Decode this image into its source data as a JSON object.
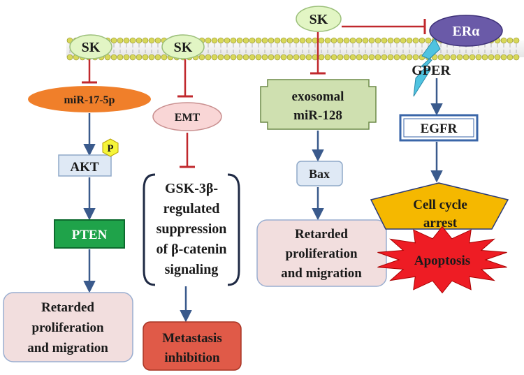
{
  "nodes": {
    "sk1": "SK",
    "sk2": "SK",
    "sk3": "SK",
    "er_alpha": "ERα",
    "gper": "GPER",
    "mir17": "miR-17-5p",
    "akt": "AKT",
    "p": "P",
    "pten": "PTEN",
    "retarded1": [
      "Retarded",
      "proliferation",
      "and migration"
    ],
    "emt": "EMT",
    "gsk": [
      "GSK-3β-",
      "regulated",
      "suppression",
      "of β-catenin",
      "signaling"
    ],
    "metastasis": [
      "Metastasis",
      "inhibition"
    ],
    "exosomal": [
      "exosomal",
      "miR-128"
    ],
    "bax": "Bax",
    "retarded2": [
      "Retarded",
      "proliferation",
      "and migration"
    ],
    "egfr": "EGFR",
    "cellcycle": [
      "Cell cycle",
      "arrest"
    ],
    "apoptosis": "Apoptosis"
  },
  "colors": {
    "sk_fill": "#e2f5c4",
    "inhibit": "#c0282d",
    "activate": "#3a5a8c",
    "er_fill": "#6a5aa8",
    "gper_fill": "#4fc3e0",
    "mir17_fill": "#f07f2a",
    "akt_fill": "#dfe9f5",
    "p_fill": "#f5f53a",
    "pten_fill": "#1fa34a",
    "box_fill": "#f2dede",
    "emt_fill": "#f9d6d6",
    "meta_fill": "#e05a48",
    "exo_fill": "#cfe0b0",
    "egfr_stroke": "#3a66a8",
    "cellcycle_fill": "#f5b800",
    "apoptosis_fill": "#ee1c24",
    "membrane_head": "#d8d85a"
  }
}
